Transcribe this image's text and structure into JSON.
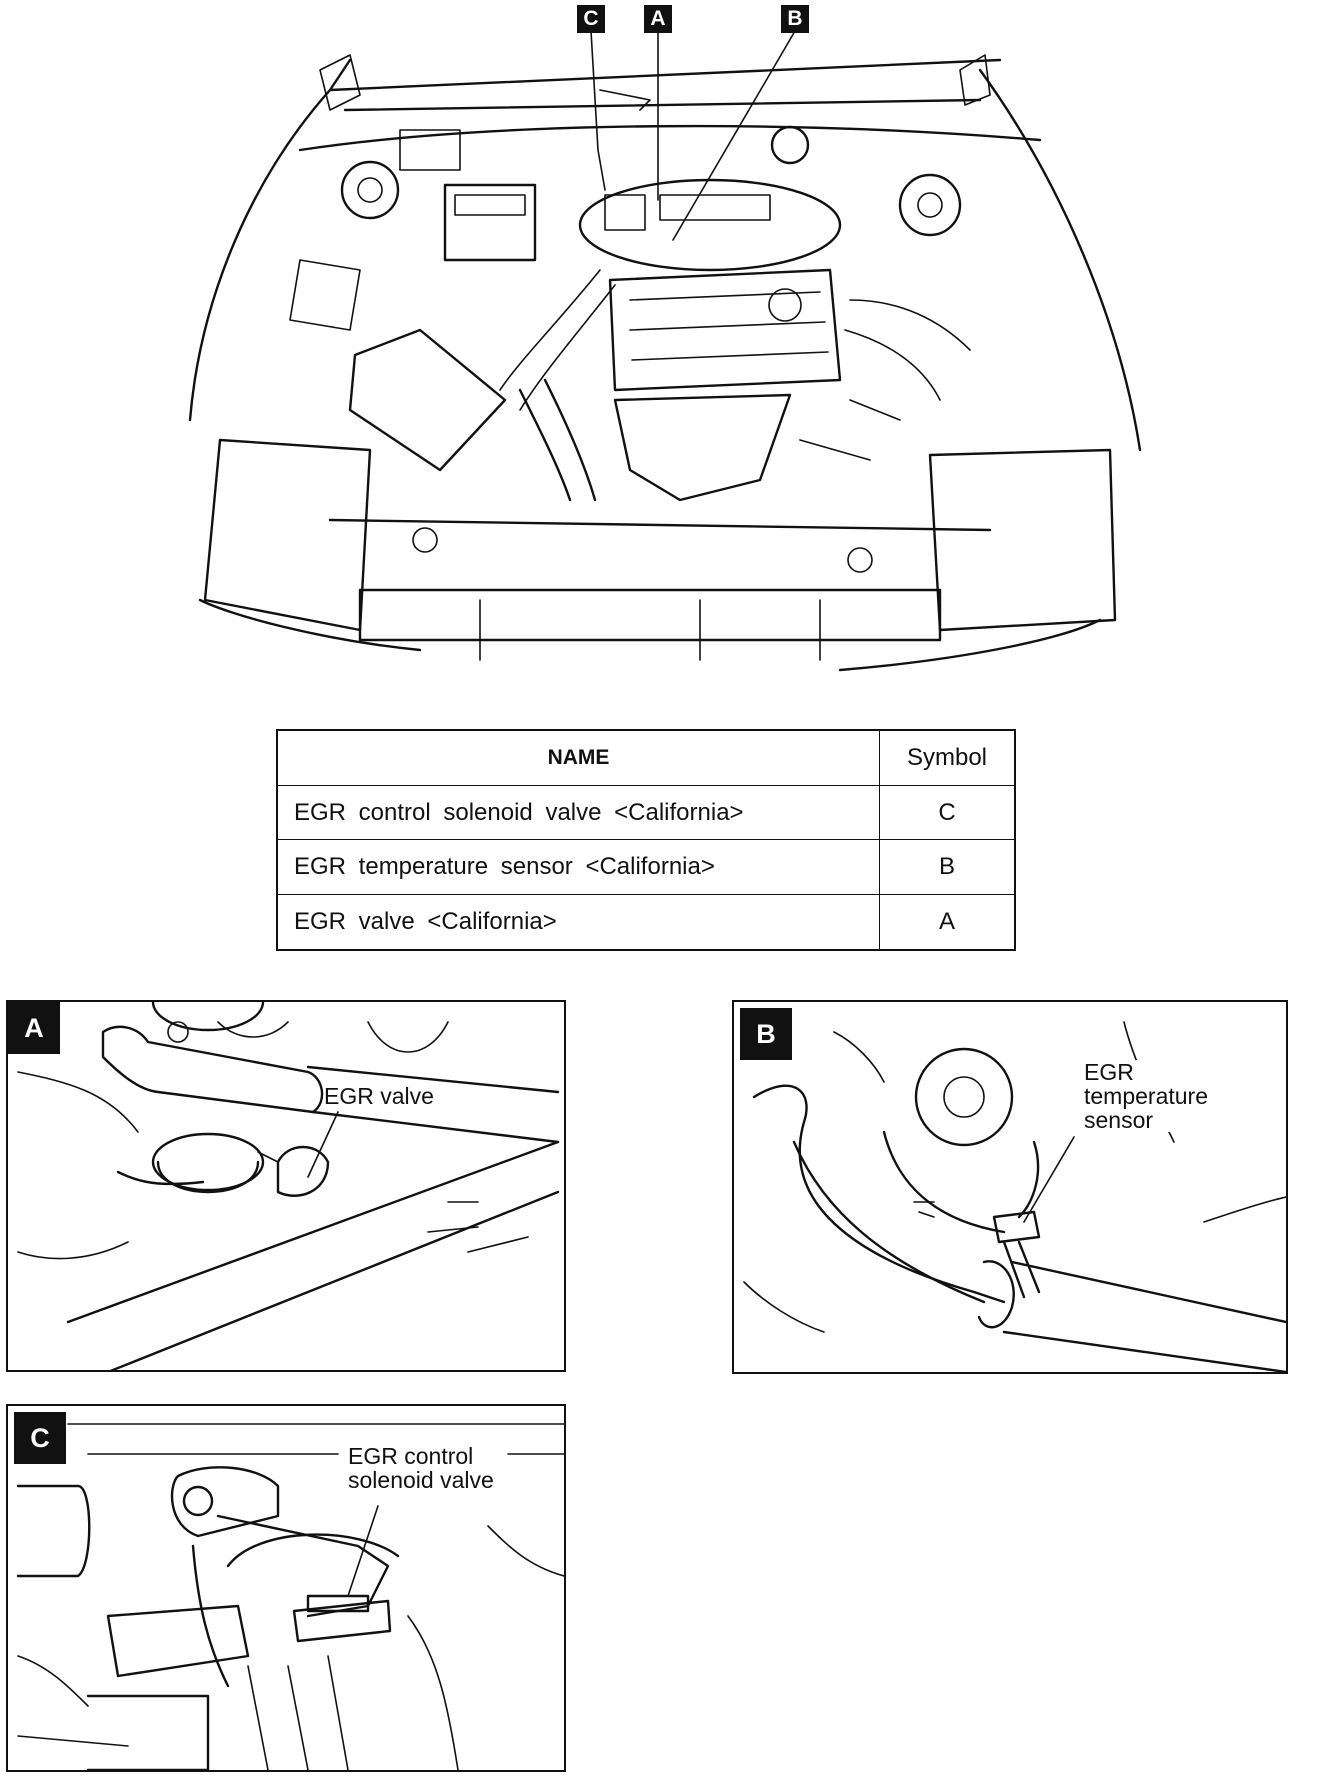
{
  "callout_tags": {
    "c": "C",
    "a": "A",
    "b": "B"
  },
  "parts_table": {
    "headers": {
      "name": "NAME",
      "symbol": "Symbol"
    },
    "rows": [
      {
        "name": "EGR control solenoid valve <California>",
        "symbol": "C"
      },
      {
        "name": "EGR temperature sensor <California>",
        "symbol": "B"
      },
      {
        "name": "EGR valve <California>",
        "symbol": "A"
      }
    ]
  },
  "detail_panels": {
    "a": {
      "tag": "A",
      "label": "EGR valve"
    },
    "b": {
      "tag": "B",
      "label_lines": [
        "EGR",
        "temperature",
        "sensor"
      ]
    },
    "c": {
      "tag": "C",
      "label_lines": [
        "EGR control",
        "solenoid valve"
      ]
    }
  }
}
